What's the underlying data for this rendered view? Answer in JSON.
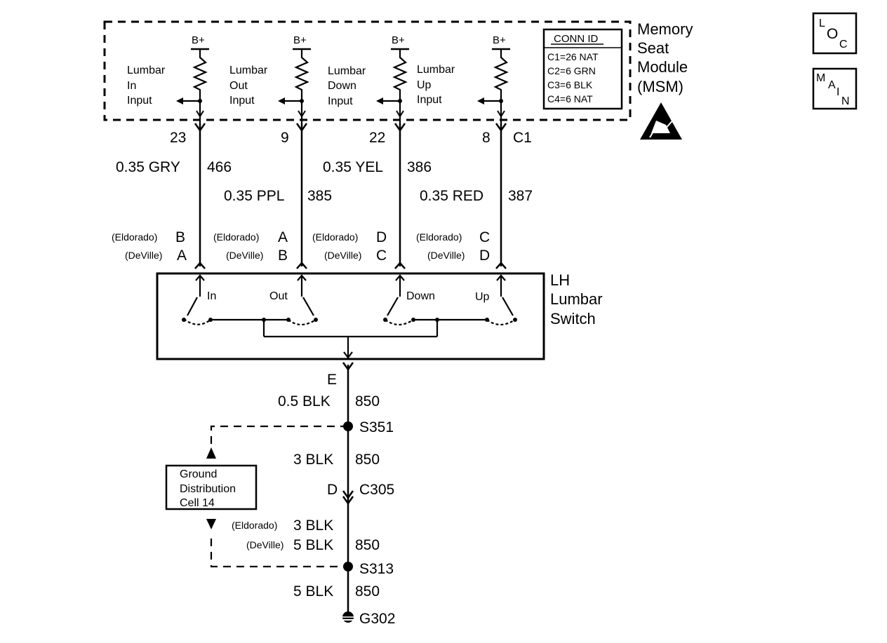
{
  "module": {
    "name_lines": [
      "Memory",
      "Seat",
      "Module",
      "(MSM)"
    ],
    "connector": "C1",
    "conn_id": {
      "title": "CONN ID",
      "rows": [
        "C1=26 NAT",
        "C2=6 GRN",
        "C3=6 BLK",
        "C4=6 NAT"
      ]
    },
    "inputs": [
      {
        "lines": [
          "Lumbar",
          "In",
          "Input"
        ],
        "supply": "B+"
      },
      {
        "lines": [
          "Lumbar",
          "Out",
          "Input"
        ],
        "supply": "B+"
      },
      {
        "lines": [
          "Lumbar",
          "Down",
          "Input"
        ],
        "supply": "B+"
      },
      {
        "lines": [
          "Lumbar",
          "Up",
          "Input"
        ],
        "supply": "B+"
      },
      {
        "lines": [],
        "supply": "B+"
      }
    ]
  },
  "nav_icons": {
    "loc": {
      "letters": [
        "L",
        "O",
        "C"
      ]
    },
    "main": {
      "letters": [
        "M",
        "A",
        "I",
        "N"
      ]
    }
  },
  "circuits": [
    {
      "pin": "23",
      "wire": "0.35 GRY",
      "circuit": "466",
      "eldorado_pin": "B",
      "deville_pin": "A"
    },
    {
      "pin": "9",
      "wire": "0.35 PPL",
      "circuit": "385",
      "eldorado_pin": "A",
      "deville_pin": "B"
    },
    {
      "pin": "22",
      "wire": "0.35 YEL",
      "circuit": "386",
      "eldorado_pin": "D",
      "deville_pin": "C"
    },
    {
      "pin": "8",
      "wire": "0.35 RED",
      "circuit": "387",
      "eldorado_pin": "C",
      "deville_pin": "D"
    }
  ],
  "variants": {
    "eldorado": "(Eldorado)",
    "deville": "(DeVille)"
  },
  "switch": {
    "name_lines": [
      "LH",
      "Lumbar",
      "Switch"
    ],
    "contacts": [
      "In",
      "Out",
      "Down",
      "Up"
    ],
    "ground_pin": "E"
  },
  "ground_path": {
    "seg1": {
      "wire": "0.5 BLK",
      "circuit": "850"
    },
    "splice1": "S351",
    "seg2": {
      "wire": "3 BLK",
      "circuit": "850"
    },
    "connector": {
      "pin": "D",
      "name": "C305"
    },
    "seg3_eldorado": "3 BLK",
    "seg3_deville": {
      "wire": "5 BLK",
      "circuit": "850"
    },
    "splice2": "S313",
    "seg4": {
      "wire": "5 BLK",
      "circuit": "850"
    },
    "ground": "G302",
    "ground_dist_lines": [
      "Ground",
      "Distribution",
      "Cell 14"
    ]
  }
}
